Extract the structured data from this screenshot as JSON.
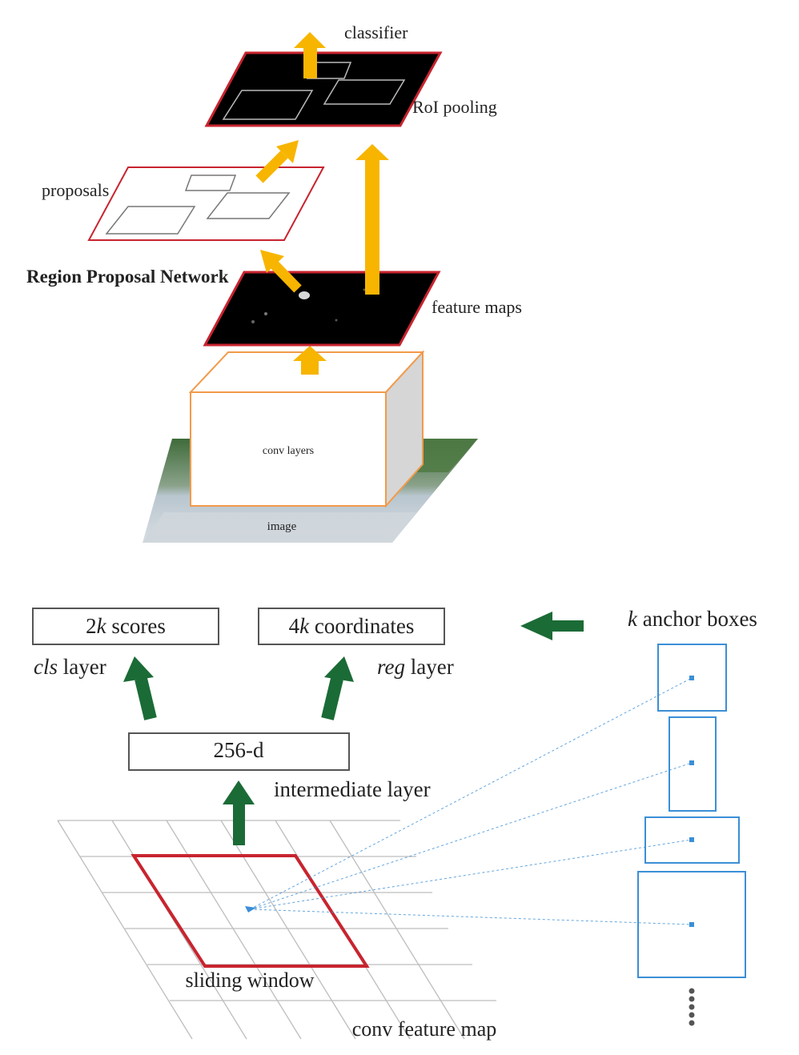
{
  "colors": {
    "arrow_yellow": "#f7b500",
    "arrow_green": "#1b6b36",
    "red_outline": "#c8242f",
    "orange_outline": "#f29a4a",
    "anchor_blue": "#3b8fd6",
    "grid_gray": "#bdbdbd",
    "label_red": "#d22b2b"
  },
  "faster_rcnn": {
    "classifier": "classifier",
    "roi_pooling": "RoI pooling",
    "proposals": "proposals",
    "rpn": "Region Proposal Network",
    "feature_maps": "feature maps",
    "conv_layers": "conv layers",
    "image": "image"
  },
  "rpn_detail": {
    "scores_box": {
      "prefix": "2",
      "k": "k",
      "suffix": " scores"
    },
    "coords_box": {
      "prefix": "4",
      "k": "k",
      "suffix": " coordinates"
    },
    "cls_layer": {
      "italic": "cls",
      "rest": " layer"
    },
    "reg_layer": {
      "italic": "reg",
      "rest": " layer"
    },
    "anchor_boxes": {
      "italic": "k",
      "rest": " anchor boxes"
    },
    "intermediate_box": "256-d",
    "intermediate_layer": "intermediate layer",
    "sliding_window": "sliding window",
    "conv_feature_map": "conv feature map"
  }
}
